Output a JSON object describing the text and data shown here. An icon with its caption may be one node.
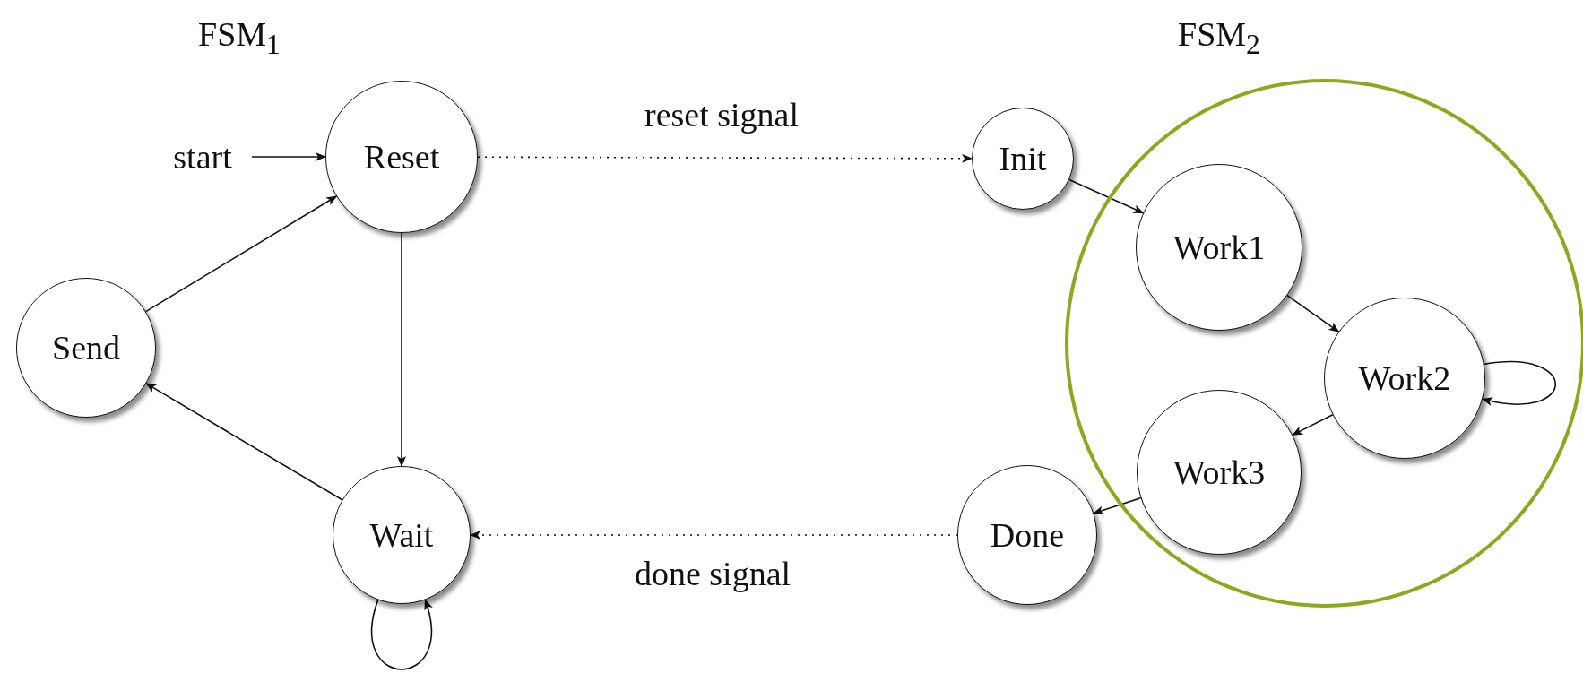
{
  "diagram": {
    "nodes": [
      {
        "text": [
          "start"
        ]
      },
      {
        "text": [
          "Reset"
        ]
      },
      {
        "text": [
          "Send"
        ]
      },
      {
        "text": [
          "Wait"
        ]
      },
      {
        "text": [
          "Init"
        ]
      },
      {
        "text": [],
        "shape": "circle"
      },
      {
        "text": [
          "Work1"
        ],
        "in": 5
      },
      {
        "text": [
          "Work2"
        ],
        "in": 5
      },
      {
        "text": [
          "Work3"
        ],
        "in": 5
      },
      {
        "text": [
          "Done"
        ]
      }
    ],
    "edges": [
      {
        "from": 0,
        "to": 1,
        "arrow": "to"
      },
      {
        "from": 2,
        "to": 1,
        "arrow": "to"
      },
      {
        "from": 1,
        "to": 3,
        "arrow": "to"
      },
      {
        "from": 3,
        "to": 2,
        "arrow": "to"
      },
      {
        "from": 3,
        "to": 3,
        "arrow": "to"
      },
      {
        "from": 1,
        "to": 4,
        "arrow": "to",
        "label": "reset signal",
        "style": "dashed"
      },
      {
        "from": 4,
        "to": 6,
        "arrow": "to"
      },
      {
        "from": 6,
        "to": 7,
        "arrow": "to"
      },
      {
        "from": 7,
        "to": 7,
        "arrow": "to"
      },
      {
        "from": 7,
        "to": 8,
        "arrow": "to"
      },
      {
        "from": 8,
        "to": 9,
        "arrow": "to"
      },
      {
        "from": 9,
        "to": 3,
        "arrow": "to",
        "label": "done signal",
        "style": "dashed"
      }
    ],
    "labels": [
      "FSM$_{1}$",
      "FSM$_{2}$"
    ]
  }
}
